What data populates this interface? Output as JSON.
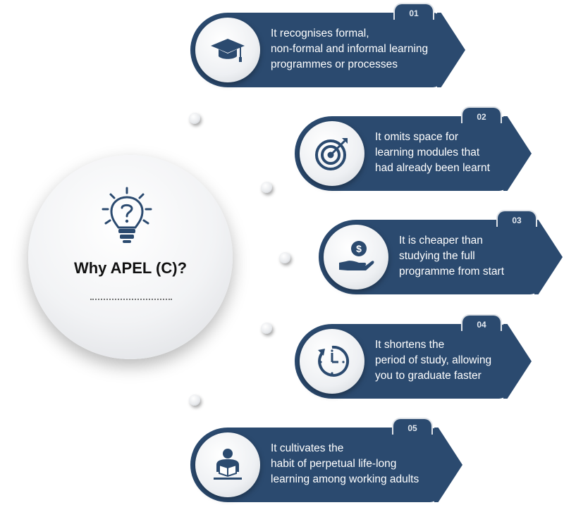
{
  "center": {
    "title": "Why APEL (C)?",
    "icon": "lightbulb-question-icon"
  },
  "colors": {
    "card": "#2b4a6f",
    "icon_stroke": "#2b4a6f"
  },
  "items": [
    {
      "number": "01",
      "icon": "graduation-cap-icon",
      "line1": "It recognises formal,",
      "line2": "non-formal and informal learning",
      "line3": "programmes or processes"
    },
    {
      "number": "02",
      "icon": "target-icon",
      "line1": "It omits space for",
      "line2": "learning modules that",
      "line3": "had already been learnt"
    },
    {
      "number": "03",
      "icon": "money-hand-icon",
      "line1": "It is cheaper than",
      "line2": "studying the full",
      "line3": "programme from start"
    },
    {
      "number": "04",
      "icon": "clock-icon",
      "line1": "It shortens the",
      "line2": "period of study, allowing",
      "line3": "you to graduate faster"
    },
    {
      "number": "05",
      "icon": "reading-person-icon",
      "line1": "It cultivates the",
      "line2": "habit of perpetual life-long",
      "line3": "learning among working adults"
    }
  ]
}
